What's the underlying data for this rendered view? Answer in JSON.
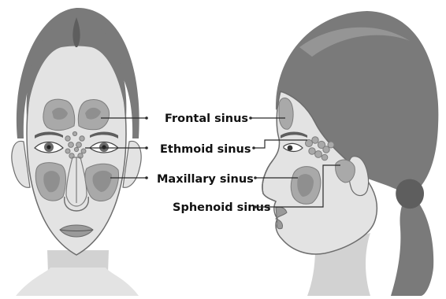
{
  "colors": {
    "skin": "#e3e3e3",
    "skin_shade": "#d2d2d2",
    "hair": "#7a7a7a",
    "hair_light": "#959595",
    "hair_dark": "#5e5e5e",
    "outline": "#6d6d6d",
    "sinus_fill": "#a9a9a9",
    "sinus_inner": "#8f8f8f",
    "sinus_edge": "#7d7d7d",
    "label_text": "#111111",
    "leader_line": "#2a2a2a",
    "background": "#ffffff"
  },
  "labels": {
    "frontal": "Frontal sinus",
    "ethmoid": "Ethmoid sinus",
    "maxillary": "Maxillary sinus",
    "sphenoid": "Sphenoid sinus"
  },
  "icons": {
    "front_face": "frontal-face-illustration",
    "side_face": "profile-face-illustration"
  }
}
